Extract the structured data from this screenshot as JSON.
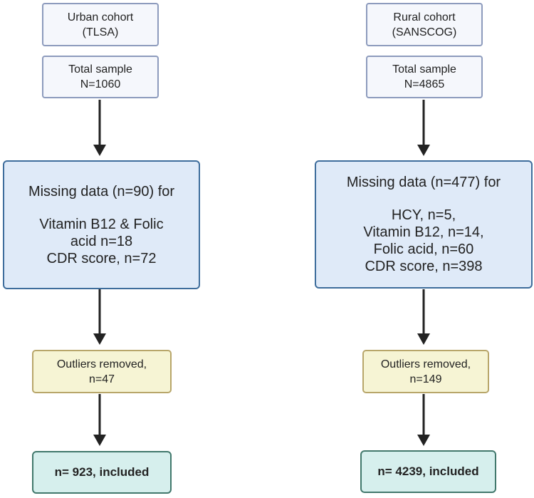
{
  "left": {
    "cohort": [
      "Urban cohort",
      "(TLSA)"
    ],
    "total": [
      "Total sample",
      "N=1060"
    ],
    "missing_title": "Missing data (n=90) for",
    "missing_items": [
      "Vitamin B12 & Folic",
      "acid n=18",
      "CDR score, n=72"
    ],
    "outliers": [
      "Outliers removed,",
      "n=47"
    ],
    "included": "n= 923, included"
  },
  "right": {
    "cohort": [
      "Rural cohort",
      "(SANSCOG)"
    ],
    "total": [
      "Total sample",
      "N=4865"
    ],
    "missing_title": "Missing data (n=477) for",
    "missing_items": [
      "HCY, n=5,",
      "Vitamin B12, n=14,",
      "Folic acid, n=60",
      "CDR score, n=398"
    ],
    "outliers": [
      "Outliers removed,",
      "n=149"
    ],
    "included": "n= 4239, included"
  },
  "colors": {
    "cohort_fill": "#f5f7fc",
    "cohort_border": "#8d9bbd",
    "missing_fill": "#dfeaf8",
    "missing_border": "#3e6d9c",
    "outlier_fill": "#f6f4d4",
    "outlier_border": "#b8a66a",
    "included_fill": "#d6efed",
    "included_border": "#41786c",
    "arrow": "#222222"
  }
}
